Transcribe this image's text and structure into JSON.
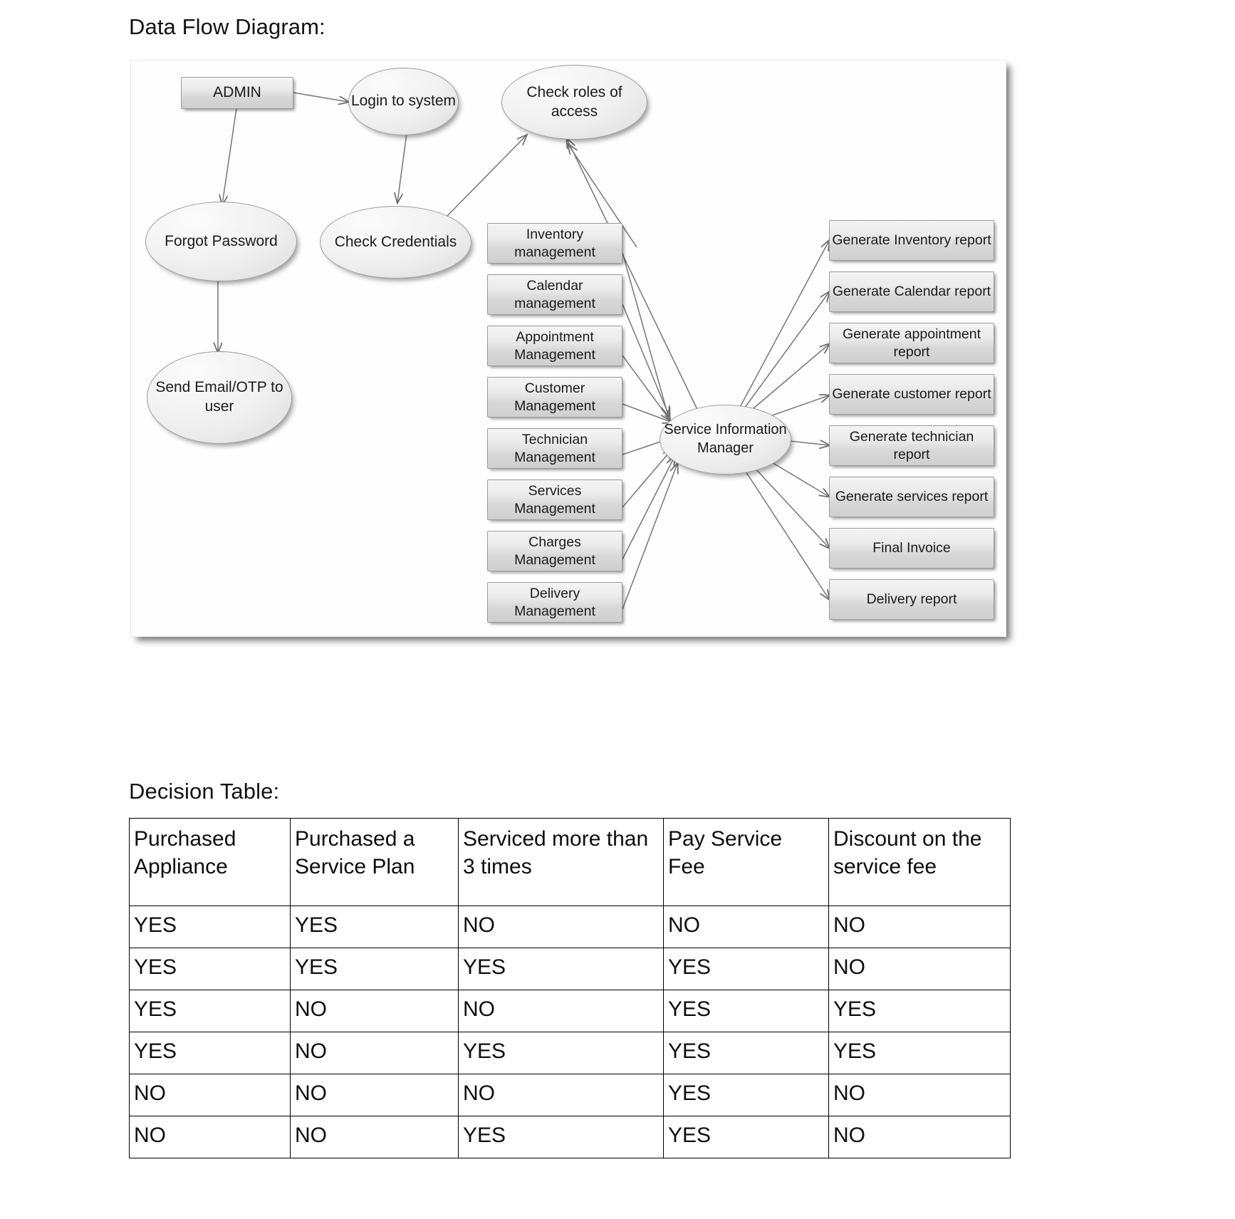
{
  "sections": {
    "dfd_caption": "Data Flow Diagram:",
    "dt_caption": "Decision Table:"
  },
  "diagram": {
    "type": "data-flow-diagram",
    "nodes": {
      "admin": "ADMIN",
      "login_to_system": "Login to system",
      "check_roles": "Check roles of access",
      "forgot_password": "Forgot Password",
      "check_credentials": "Check Credentials",
      "send_otp": "Send Email/OTP to user",
      "service_information_manager": "Service Information Manager"
    },
    "management_modules": [
      "Inventory management",
      "Calendar management",
      "Appointment Management",
      "Customer Management",
      "Technician Management",
      "Services Management",
      "Charges Management",
      "Delivery Management"
    ],
    "report_outputs": [
      "Generate Inventory report",
      "Generate Calendar report",
      "Generate appointment report",
      "Generate customer report",
      "Generate technician report",
      "Generate services report",
      "Final Invoice",
      "Delivery report"
    ]
  },
  "decision_table": {
    "headers": [
      "Purchased Appliance",
      "Purchased a Service Plan",
      "Serviced more than 3 times",
      "Pay Service Fee",
      "Discount on the service fee"
    ],
    "rows": [
      [
        "YES",
        "YES",
        "NO",
        "NO",
        "NO"
      ],
      [
        "YES",
        "YES",
        "YES",
        "YES",
        "NO"
      ],
      [
        "YES",
        "NO",
        "NO",
        "YES",
        "YES"
      ],
      [
        "YES",
        "NO",
        "YES",
        "YES",
        "YES"
      ],
      [
        "NO",
        "NO",
        "NO",
        "YES",
        "NO"
      ],
      [
        "NO",
        "NO",
        "YES",
        "YES",
        "NO"
      ]
    ]
  }
}
